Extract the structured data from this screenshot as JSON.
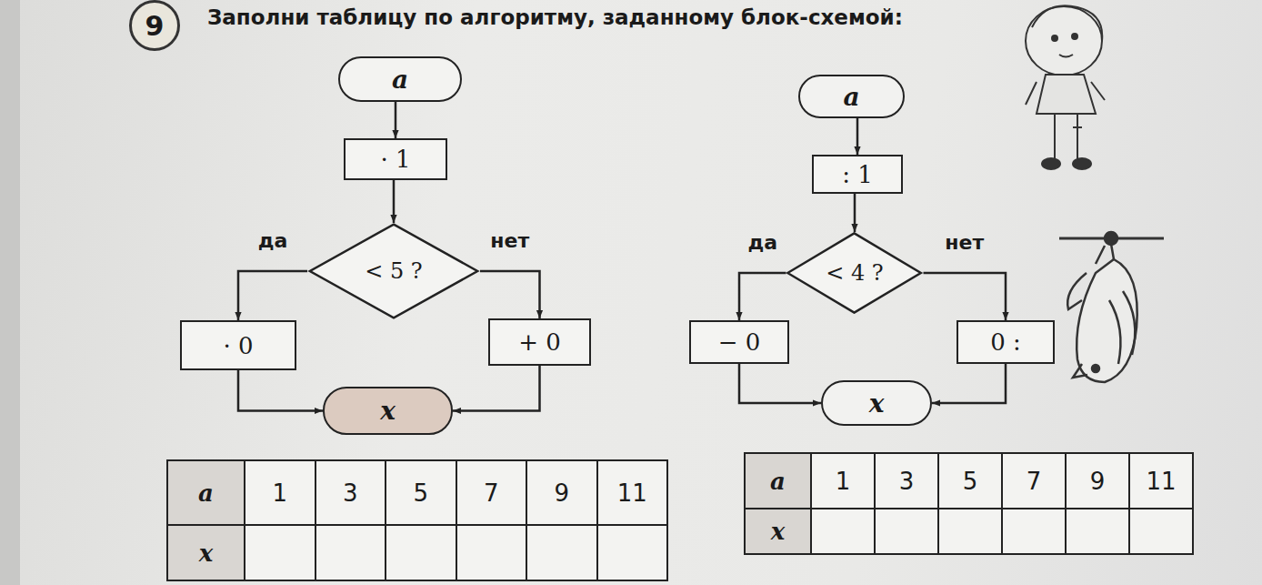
{
  "diagram": {
    "title": "Заполни таблицу по алгоритму, заданному блок-схемой:",
    "nodes": [
      {
        "text": [
          "9"
        ]
      },
      {
        "text": [
          "a"
        ]
      },
      {
        "text": [
          "· 1"
        ]
      },
      {
        "text": [
          "< 5 ?"
        ]
      },
      {
        "text": [
          "· 0"
        ]
      },
      {
        "text": [
          "+ 0"
        ]
      },
      {
        "text": [
          "x"
        ]
      },
      {
        "text": [
          "a"
        ]
      },
      {
        "text": [
          ": 1"
        ]
      },
      {
        "text": [
          "< 4 ?"
        ]
      },
      {
        "text": [
          "− 0"
        ]
      },
      {
        "text": [
          "0 :"
        ]
      },
      {
        "text": [
          "x"
        ]
      }
    ],
    "edges": [
      {
        "from": 1,
        "to": 2,
        "arrow": "to"
      },
      {
        "from": 2,
        "to": 3,
        "arrow": "to"
      },
      {
        "from": 3,
        "to": 4,
        "label": "да",
        "arrow": "to"
      },
      {
        "from": 3,
        "to": 5,
        "label": "нет",
        "arrow": "to"
      },
      {
        "from": 4,
        "to": 6,
        "arrow": "to"
      },
      {
        "from": 5,
        "to": 6,
        "arrow": "to"
      },
      {
        "from": 7,
        "to": 8,
        "arrow": "to"
      },
      {
        "from": 8,
        "to": 9,
        "arrow": "to"
      },
      {
        "from": 9,
        "to": 10,
        "label": "да",
        "arrow": "to"
      },
      {
        "from": 9,
        "to": 11,
        "label": "нет",
        "arrow": "to"
      },
      {
        "from": 10,
        "to": 12,
        "arrow": "to"
      },
      {
        "from": 11,
        "to": 12,
        "arrow": "to"
      }
    ],
    "labels": [
      "a",
      "1",
      "3",
      "5",
      "7",
      "9",
      "11",
      "x",
      "a",
      "1",
      "3",
      "5",
      "7",
      "9",
      "11",
      "x"
    ]
  }
}
